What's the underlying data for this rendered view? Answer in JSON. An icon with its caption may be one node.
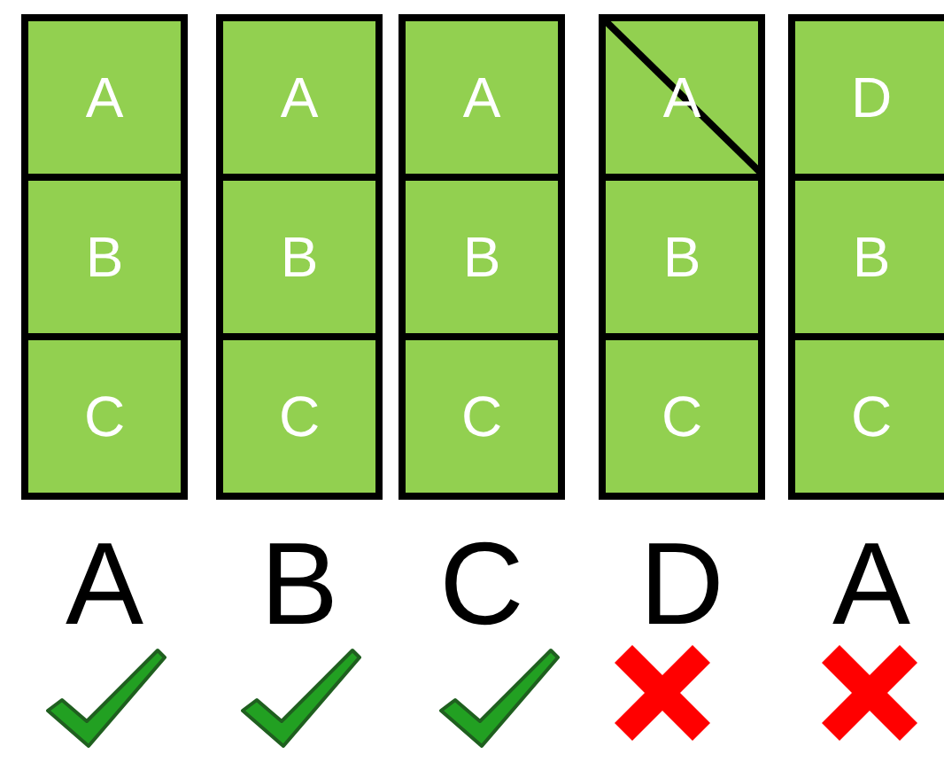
{
  "diagram": {
    "nodes": [
      {
        "text": [
          "A"
        ]
      },
      {
        "text": [
          "B"
        ]
      },
      {
        "text": [
          "C"
        ]
      },
      {
        "text": [
          "A"
        ]
      },
      {
        "text": [
          "B"
        ]
      },
      {
        "text": [
          "C"
        ]
      },
      {
        "text": [
          "A"
        ]
      },
      {
        "text": [
          "B"
        ]
      },
      {
        "text": [
          "C"
        ]
      },
      {
        "text": [
          "A"
        ]
      },
      {
        "text": [
          "B"
        ]
      },
      {
        "text": [
          "C"
        ]
      },
      {
        "text": [
          "D"
        ]
      },
      {
        "text": [
          "B"
        ]
      },
      {
        "text": [
          "C"
        ]
      }
    ],
    "edges": [],
    "labels": [
      "A",
      "B",
      "C",
      "D",
      "A"
    ]
  }
}
